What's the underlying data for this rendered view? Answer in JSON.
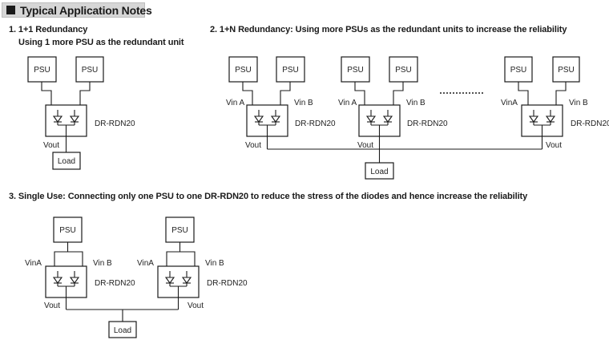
{
  "header": {
    "title": "Typical Application Notes",
    "icon": "black-square-icon"
  },
  "sections": [
    {
      "title": "1. 1+1 Redundancy",
      "subtitle": "Using 1 more PSU as the redundant unit"
    },
    {
      "title": "2. 1+N Redundancy: Using more PSUs as the redundant units to increase the reliability"
    },
    {
      "title": "3. Single Use: Connecting only one PSU to one DR-RDN20 to reduce the stress of the diodes and hence increase the reliability"
    }
  ],
  "labels": {
    "psu": "PSU",
    "load": "Load",
    "module": "DR-RDN20",
    "vin_a": "Vin A",
    "vin_a_compact": "VinA",
    "vin_b": "Vin B",
    "vout": "Vout",
    "ellipsis": "..............."
  }
}
